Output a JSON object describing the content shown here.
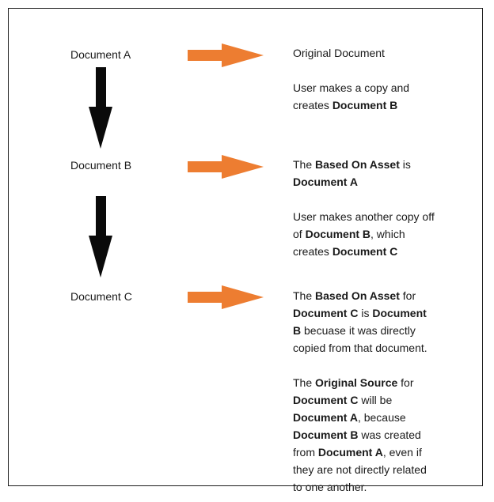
{
  "colors": {
    "orange": "#ED7D31",
    "arrow_black": "#0a0a0a",
    "ink": "#1a1a1a",
    "border": "#1c1c1c"
  },
  "icons": {
    "right_arrow": "orange-right-block-arrow",
    "down_arrow": "black-down-block-arrow"
  },
  "rows": [
    {
      "label": "Document A",
      "text_lines": [
        [
          {
            "t": "Original Document"
          }
        ],
        [],
        [
          {
            "t": "User makes a copy and"
          }
        ],
        [
          {
            "t": "creates "
          },
          {
            "t": "Document B",
            "b": true
          }
        ]
      ]
    },
    {
      "label": "Document B",
      "text_lines": [
        [
          {
            "t": "The "
          },
          {
            "t": "Based On Asset",
            "b": true
          },
          {
            "t": " is"
          }
        ],
        [
          {
            "t": "Document A",
            "b": true
          }
        ],
        [],
        [
          {
            "t": "User makes another copy off"
          }
        ],
        [
          {
            "t": "of "
          },
          {
            "t": "Document B",
            "b": true
          },
          {
            "t": ", which"
          }
        ],
        [
          {
            "t": "creates "
          },
          {
            "t": "Document C",
            "b": true
          }
        ]
      ]
    },
    {
      "label": "Document C",
      "text_lines": [
        [
          {
            "t": "The "
          },
          {
            "t": "Based On Asset",
            "b": true
          },
          {
            "t": " for"
          }
        ],
        [
          {
            "t": "Document C",
            "b": true
          },
          {
            "t": " is "
          },
          {
            "t": "Document",
            "b": true
          }
        ],
        [
          {
            "t": "B",
            "b": true
          },
          {
            "t": " becuase it was directly"
          }
        ],
        [
          {
            "t": "copied from that document."
          }
        ],
        [],
        [
          {
            "t": "The "
          },
          {
            "t": "Original Source",
            "b": true
          },
          {
            "t": " for"
          }
        ],
        [
          {
            "t": "Document C",
            "b": true
          },
          {
            "t": " will be"
          }
        ],
        [
          {
            "t": "Document A",
            "b": true
          },
          {
            "t": ", because"
          }
        ],
        [
          {
            "t": "Document B",
            "b": true
          },
          {
            "t": " was created"
          }
        ],
        [
          {
            "t": "from "
          },
          {
            "t": "Document A",
            "b": true
          },
          {
            "t": ", even if"
          }
        ],
        [
          {
            "t": "they are not directly related"
          }
        ],
        [
          {
            "t": "to one another."
          }
        ]
      ]
    }
  ]
}
